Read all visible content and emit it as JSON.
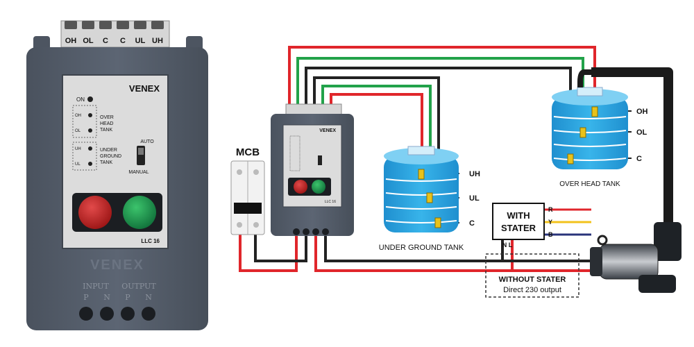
{
  "controller": {
    "brand": "VENEX",
    "model": "LLC 16",
    "embossed_brand": "VENEX",
    "terminals": [
      "OH",
      "OL",
      "C",
      "C",
      "UL",
      "UH"
    ],
    "led_label": "ON",
    "overhead_tank_label": "OVER\nHEAD\nTANK",
    "underground_tank_label": "UNDER\nGROUND\nTANK",
    "mini_labels": [
      "OH",
      "OL",
      "UH",
      "UL"
    ],
    "mode_auto": "AUTO",
    "mode_manual": "MANUAL",
    "input_label": "INPUT",
    "output_label": "OUTPUT",
    "bottom_terminals": [
      "P",
      "N",
      "P",
      "N"
    ]
  },
  "mcb_label": "MCB",
  "underground_tank": {
    "title": "UNDER GROUND TANK",
    "probes": [
      "UH",
      "UL",
      "C"
    ]
  },
  "overhead_tank": {
    "title": "OVER HEAD TANK",
    "probes": [
      "OH",
      "OL",
      "C"
    ]
  },
  "starter": {
    "with_label": "WITH\nSTATER",
    "phases": [
      "R",
      "Y",
      "B"
    ],
    "neutral_line": "N L",
    "without_label": "WITHOUT STATER",
    "without_sub": "Direct 230 output"
  },
  "colors": {
    "housing": "#545d6b",
    "panel": "#dcdcdc",
    "red_button": "#c62323",
    "green_button": "#1f9a4b",
    "wire_red": "#e0262b",
    "wire_green": "#22a24a",
    "wire_black": "#222222",
    "wire_yellow": "#f2c21b",
    "wire_blue": "#29337a",
    "tank_blue": "#2fa8e0",
    "probe_yellow": "#e8c21a"
  }
}
